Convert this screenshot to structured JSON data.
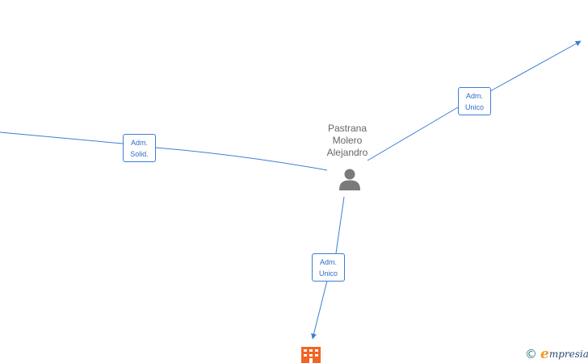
{
  "diagram": {
    "person": {
      "name_lines": [
        "Pastrana",
        "Molero",
        "Alejandro"
      ],
      "icon": "person-icon",
      "color": "#7a7a7a"
    },
    "relations": [
      {
        "id": "left",
        "label_lines": [
          "Adm.",
          "Solid."
        ]
      },
      {
        "id": "top-right",
        "label_lines": [
          "Adm.",
          "Unico"
        ]
      },
      {
        "id": "bottom",
        "label_lines": [
          "Adm.",
          "Unico"
        ]
      }
    ],
    "company_icon": "building-icon",
    "colors": {
      "edge": "#3a7fd5",
      "label_text": "#2e6fc4",
      "company": "#f26522"
    }
  },
  "brand": {
    "copyright": "©",
    "e": "e",
    "rest": "mpresia"
  }
}
